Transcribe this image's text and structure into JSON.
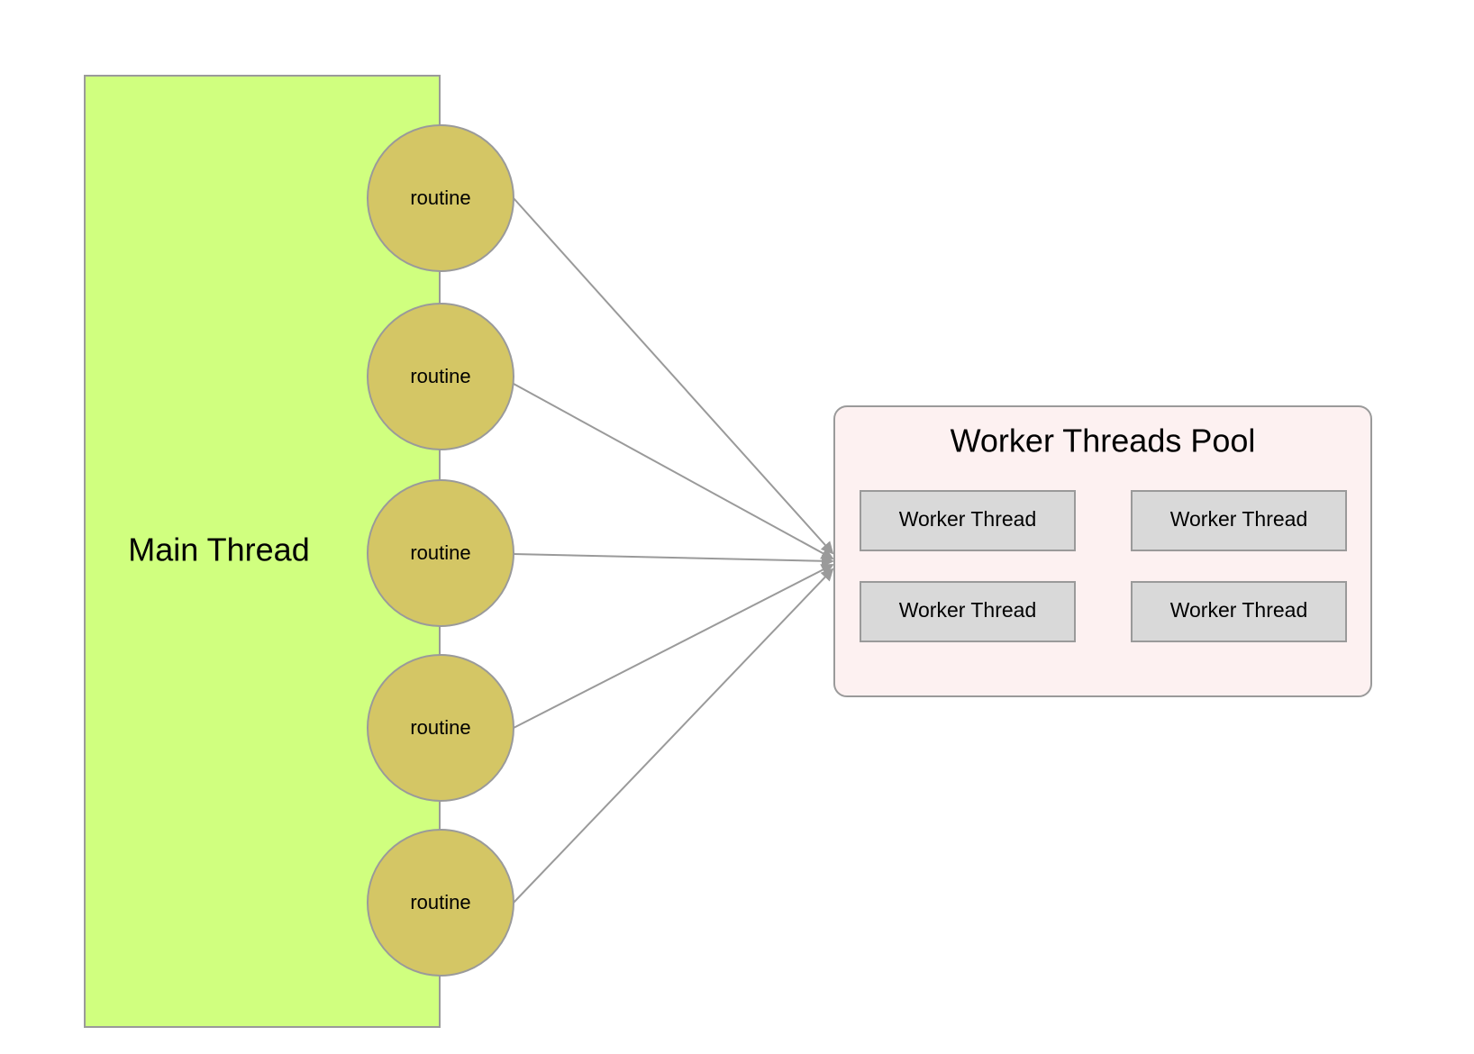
{
  "colors": {
    "main_thread_fill": "#d0ff7f",
    "routine_fill": "#d4c665",
    "pool_fill": "#fdf1f1",
    "worker_fill": "#d9d9d9",
    "stroke": "#9a9a9a"
  },
  "main_thread": {
    "label": "Main Thread"
  },
  "routines": [
    {
      "label": "routine"
    },
    {
      "label": "routine"
    },
    {
      "label": "routine"
    },
    {
      "label": "routine"
    },
    {
      "label": "routine"
    }
  ],
  "pool": {
    "title": "Worker Threads Pool",
    "workers": [
      {
        "label": "Worker Thread"
      },
      {
        "label": "Worker Thread"
      },
      {
        "label": "Worker Thread"
      },
      {
        "label": "Worker Thread"
      }
    ]
  }
}
